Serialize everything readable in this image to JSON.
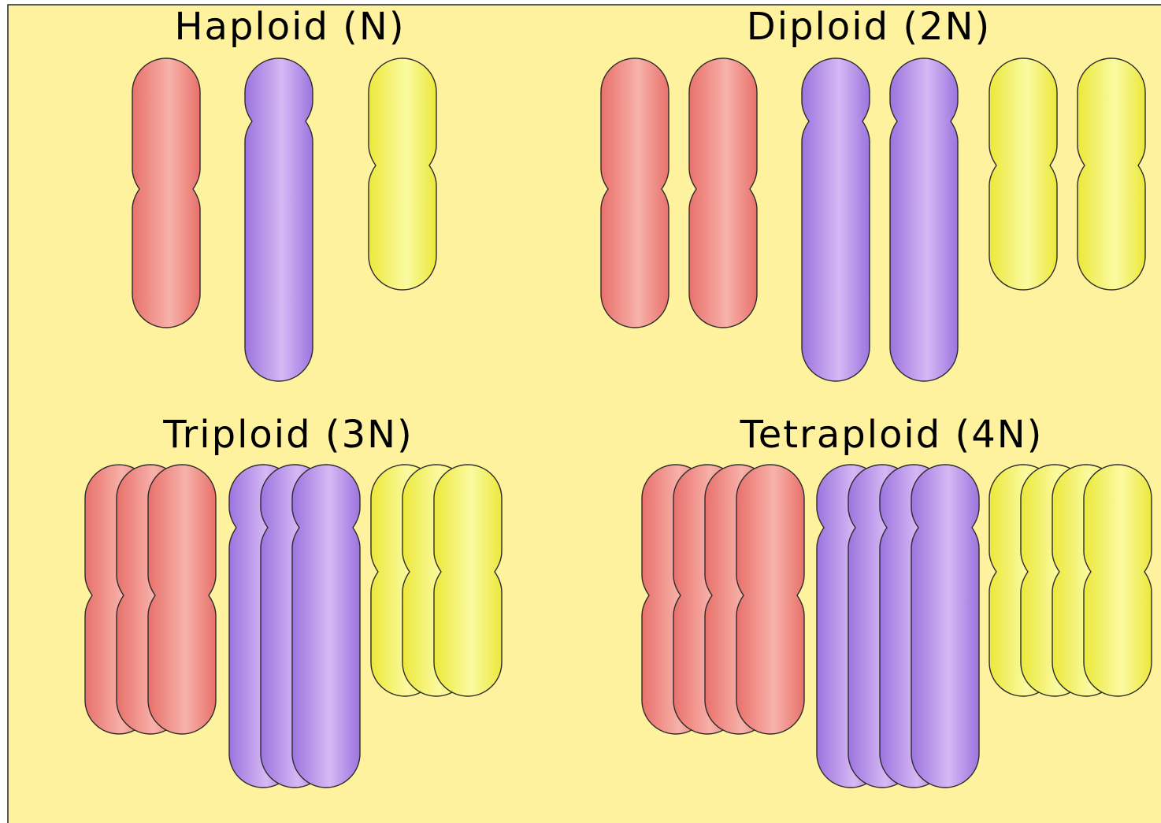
{
  "colors": {
    "background": "#fff29e",
    "border": "#222222",
    "red": "#f08a84",
    "purple": "#b48ae8",
    "yellow": "#f7f45a"
  },
  "panels": [
    {
      "title": "Haploid (N)",
      "copies": 1,
      "chromosomes": [
        {
          "color_name": "red"
        },
        {
          "color_name": "purple"
        },
        {
          "color_name": "yellow"
        }
      ]
    },
    {
      "title": "Diploid (2N)",
      "copies": 2,
      "chromosomes": [
        {
          "color_name": "red"
        },
        {
          "color_name": "purple"
        },
        {
          "color_name": "yellow"
        }
      ]
    },
    {
      "title": "Triploid (3N)",
      "copies": 3,
      "chromosomes": [
        {
          "color_name": "red"
        },
        {
          "color_name": "purple"
        },
        {
          "color_name": "yellow"
        }
      ]
    },
    {
      "title": "Tetraploid (4N)",
      "copies": 4,
      "chromosomes": [
        {
          "color_name": "red"
        },
        {
          "color_name": "purple"
        },
        {
          "color_name": "yellow"
        }
      ]
    }
  ]
}
